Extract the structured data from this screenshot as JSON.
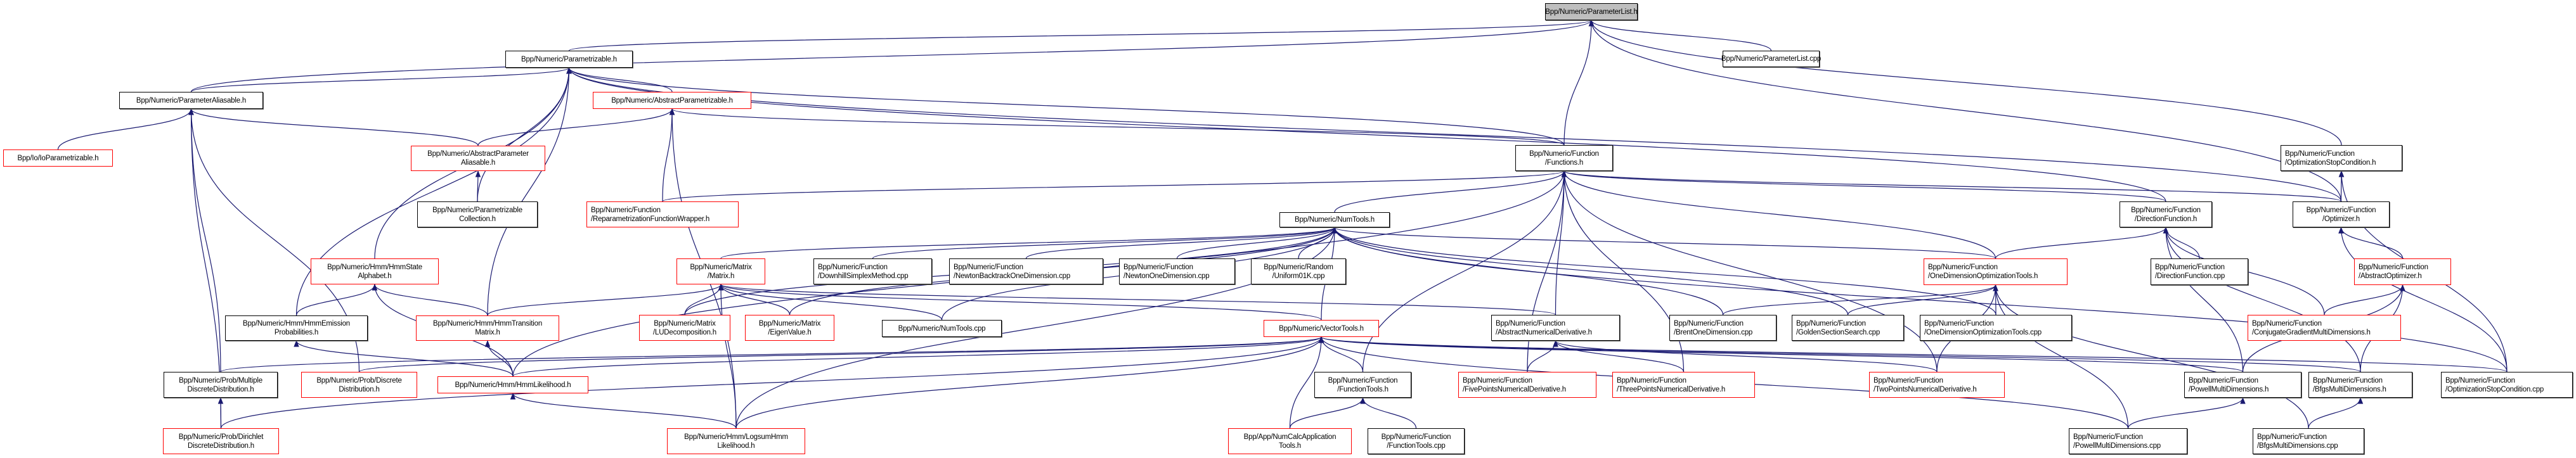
{
  "colors": {
    "edge": "#191970",
    "border": "#000000",
    "truncated_border": "#ff0000",
    "root_fill": "#bfbfbf"
  },
  "nodes": [
    {
      "id": "ParameterList_h",
      "label": "Bpp/Numeric/ParameterList.h",
      "style": "root"
    },
    {
      "id": "ParameterList_cpp",
      "label": "Bpp/Numeric/ParameterList.cpp",
      "style": "normal"
    },
    {
      "id": "Parametrizable_h",
      "label": "Bpp/Numeric/Parametrizable.h",
      "style": "normal"
    },
    {
      "id": "ParameterAliasable_h",
      "label": "Bpp/Numeric/ParameterAliasable.h",
      "style": "normal"
    },
    {
      "id": "AbstractParametrizable_h",
      "label": "Bpp/Numeric/AbstractParametrizable.h",
      "style": "red"
    },
    {
      "id": "IoParametrizable_h",
      "label": "Bpp/Io/IoParametrizable.h",
      "style": "red"
    },
    {
      "id": "AbstractParameterAliasable_h",
      "label": "Bpp/Numeric/AbstractParameter\nAliasable.h",
      "style": "red"
    },
    {
      "id": "ParametrizableCollection_h",
      "label": "Bpp/Numeric/Parametrizable\nCollection.h",
      "style": "normal"
    },
    {
      "id": "ReparametrizationFunctionWrapper_h",
      "label": "Bpp/Numeric/Function\n/ReparametrizationFunctionWrapper.h",
      "style": "red"
    },
    {
      "id": "Functions_h",
      "label": "Bpp/Numeric/Function\n/Functions.h",
      "style": "normal"
    },
    {
      "id": "OptimizationStopCondition_h",
      "label": "Bpp/Numeric/Function\n/OptimizationStopCondition.h",
      "style": "normal"
    },
    {
      "id": "NumTools_h",
      "label": "Bpp/Numeric/NumTools.h",
      "style": "normal"
    },
    {
      "id": "DirectionFunction_h",
      "label": "Bpp/Numeric/Function\n/DirectionFunction.h",
      "style": "normal"
    },
    {
      "id": "Optimizer_h",
      "label": "Bpp/Numeric/Function\n/Optimizer.h",
      "style": "normal"
    },
    {
      "id": "HmmStateAlphabet_h",
      "label": "Bpp/Numeric/Hmm/HmmState\nAlphabet.h",
      "style": "red"
    },
    {
      "id": "Matrix_h",
      "label": "Bpp/Numeric/Matrix\n/Matrix.h",
      "style": "red"
    },
    {
      "id": "DownhillSimplexMethod_cpp",
      "label": "Bpp/Numeric/Function\n/DownhillSimplexMethod.cpp",
      "style": "normal"
    },
    {
      "id": "NewtonBacktrackOneDimension_cpp",
      "label": "Bpp/Numeric/Function\n/NewtonBacktrackOneDimension.cpp",
      "style": "normal"
    },
    {
      "id": "NewtonOneDimension_cpp",
      "label": "Bpp/Numeric/Function\n/NewtonOneDimension.cpp",
      "style": "normal"
    },
    {
      "id": "Uniform01K_cpp",
      "label": "Bpp/Numeric/Random\n/Uniform01K.cpp",
      "style": "normal"
    },
    {
      "id": "OneDimensionOptimizationTools_h",
      "label": "Bpp/Numeric/Function\n/OneDimensionOptimizationTools.h",
      "style": "red"
    },
    {
      "id": "DirectionFunction_cpp",
      "label": "Bpp/Numeric/Function\n/DirectionFunction.cpp",
      "style": "normal"
    },
    {
      "id": "AbstractOptimizer_h",
      "label": "Bpp/Numeric/Function\n/AbstractOptimizer.h",
      "style": "red"
    },
    {
      "id": "HmmEmissionProbabilities_h",
      "label": "Bpp/Numeric/Hmm/HmmEmission\nProbabilities.h",
      "style": "normal"
    },
    {
      "id": "HmmTransitionMatrix_h",
      "label": "Bpp/Numeric/Hmm/HmmTransition\nMatrix.h",
      "style": "red"
    },
    {
      "id": "LUDecomposition_h",
      "label": "Bpp/Numeric/Matrix\n/LUDecomposition.h",
      "style": "red"
    },
    {
      "id": "EigenValue_h",
      "label": "Bpp/Numeric/Matrix\n/EigenValue.h",
      "style": "red"
    },
    {
      "id": "NumTools_cpp",
      "label": "Bpp/Numeric/NumTools.cpp",
      "style": "normal"
    },
    {
      "id": "VectorTools_h",
      "label": "Bpp/Numeric/VectorTools.h",
      "style": "red"
    },
    {
      "id": "AbstractNumericalDerivative_h",
      "label": "Bpp/Numeric/Function\n/AbstractNumericalDerivative.h",
      "style": "normal"
    },
    {
      "id": "BrentOneDimension_cpp",
      "label": "Bpp/Numeric/Function\n/BrentOneDimension.cpp",
      "style": "normal"
    },
    {
      "id": "GoldenSectionSearch_cpp",
      "label": "Bpp/Numeric/Function\n/GoldenSectionSearch.cpp",
      "style": "normal"
    },
    {
      "id": "OneDimensionOptimizationTools_cpp",
      "label": "Bpp/Numeric/Function\n/OneDimensionOptimizationTools.cpp",
      "style": "normal"
    },
    {
      "id": "ConjugateGradientMultiDimensions_h",
      "label": "Bpp/Numeric/Function\n/ConjugateGradientMultiDimensions.h",
      "style": "red"
    },
    {
      "id": "MultipleDiscreteDistribution_h",
      "label": "Bpp/Numeric/Prob/Multiple\nDiscreteDistribution.h",
      "style": "normal"
    },
    {
      "id": "DiscreteDistribution_h",
      "label": "Bpp/Numeric/Prob/Discrete\nDistribution.h",
      "style": "red"
    },
    {
      "id": "HmmLikelihood_h",
      "label": "Bpp/Numeric/Hmm/HmmLikelihood.h",
      "style": "red"
    },
    {
      "id": "FunctionTools_h",
      "label": "Bpp/Numeric/Function\n/FunctionTools.h",
      "style": "normal"
    },
    {
      "id": "FivePointsNumericalDerivative_h",
      "label": "Bpp/Numeric/Function\n/FivePointsNumericalDerivative.h",
      "style": "red"
    },
    {
      "id": "ThreePointsNumericalDerivative_h",
      "label": "Bpp/Numeric/Function\n/ThreePointsNumericalDerivative.h",
      "style": "red"
    },
    {
      "id": "TwoPointsNumericalDerivative_h",
      "label": "Bpp/Numeric/Function\n/TwoPointsNumericalDerivative.h",
      "style": "red"
    },
    {
      "id": "PowellMultiDimensions_h",
      "label": "Bpp/Numeric/Function\n/PowellMultiDimensions.h",
      "style": "normal"
    },
    {
      "id": "BfgsMultiDimensions_h",
      "label": "Bpp/Numeric/Function\n/BfgsMultiDimensions.h",
      "style": "normal"
    },
    {
      "id": "OptimizationStopCondition_cpp",
      "label": "Bpp/Numeric/Function\n/OptimizationStopCondition.cpp",
      "style": "normal"
    },
    {
      "id": "DirichletDiscreteDistribution_h",
      "label": "Bpp/Numeric/Prob/Dirichlet\nDiscreteDistribution.h",
      "style": "red"
    },
    {
      "id": "LogsumHmmLikelihood_h",
      "label": "Bpp/Numeric/Hmm/LogsumHmm\nLikelihood.h",
      "style": "red"
    },
    {
      "id": "NumCalcApplicationTools_h",
      "label": "Bpp/App/NumCalcApplication\nTools.h",
      "style": "red"
    },
    {
      "id": "FunctionTools_cpp",
      "label": "Bpp/Numeric/Function\n/FunctionTools.cpp",
      "style": "normal"
    },
    {
      "id": "PowellMultiDimensions_cpp",
      "label": "Bpp/Numeric/Function\n/PowellMultiDimensions.cpp",
      "style": "normal"
    },
    {
      "id": "BfgsMultiDimensions_cpp",
      "label": "Bpp/Numeric/Function\n/BfgsMultiDimensions.cpp",
      "style": "normal"
    }
  ],
  "edges": [
    [
      "Parametrizable_h",
      "ParameterList_h"
    ],
    [
      "ParameterAliasable_h",
      "ParameterList_h"
    ],
    [
      "ParameterList_cpp",
      "ParameterList_h"
    ],
    [
      "Functions_h",
      "ParameterList_h"
    ],
    [
      "OptimizationStopCondition_h",
      "ParameterList_h"
    ],
    [
      "Optimizer_h",
      "ParameterList_h"
    ],
    [
      "ParameterAliasable_h",
      "Parametrizable_h"
    ],
    [
      "AbstractParametrizable_h",
      "Parametrizable_h"
    ],
    [
      "Functions_h",
      "Parametrizable_h"
    ],
    [
      "ParametrizableCollection_h",
      "Parametrizable_h"
    ],
    [
      "HmmStateAlphabet_h",
      "Parametrizable_h"
    ],
    [
      "HmmEmissionProbabilities_h",
      "Parametrizable_h"
    ],
    [
      "HmmTransitionMatrix_h",
      "Parametrizable_h"
    ],
    [
      "DirectionFunction_h",
      "Parametrizable_h"
    ],
    [
      "Optimizer_h",
      "Parametrizable_h"
    ],
    [
      "IoParametrizable_h",
      "ParameterAliasable_h"
    ],
    [
      "AbstractParameterAliasable_h",
      "ParameterAliasable_h"
    ],
    [
      "MultipleDiscreteDistribution_h",
      "ParameterAliasable_h"
    ],
    [
      "DiscreteDistribution_h",
      "ParameterAliasable_h"
    ],
    [
      "DirichletDiscreteDistribution_h",
      "ParameterAliasable_h"
    ],
    [
      "AbstractParameterAliasable_h",
      "AbstractParametrizable_h"
    ],
    [
      "ReparametrizationFunctionWrapper_h",
      "AbstractParametrizable_h"
    ],
    [
      "LogsumHmmLikelihood_h",
      "AbstractParametrizable_h"
    ],
    [
      "Functions_h",
      "AbstractParametrizable_h"
    ],
    [
      "ParametrizableCollection_h",
      "AbstractParameterAliasable_h"
    ],
    [
      "ReparametrizationFunctionWrapper_h",
      "Functions_h"
    ],
    [
      "NumTools_h",
      "Functions_h"
    ],
    [
      "DirectionFunction_h",
      "Functions_h"
    ],
    [
      "Optimizer_h",
      "Functions_h"
    ],
    [
      "OneDimensionOptimizationTools_h",
      "Functions_h"
    ],
    [
      "AbstractNumericalDerivative_h",
      "Functions_h"
    ],
    [
      "FunctionTools_h",
      "Functions_h"
    ],
    [
      "FivePointsNumericalDerivative_h",
      "Functions_h"
    ],
    [
      "ThreePointsNumericalDerivative_h",
      "Functions_h"
    ],
    [
      "TwoPointsNumericalDerivative_h",
      "Functions_h"
    ],
    [
      "HmmLikelihood_h",
      "Functions_h"
    ],
    [
      "Optimizer_h",
      "OptimizationStopCondition_h"
    ],
    [
      "OptimizationStopCondition_cpp",
      "OptimizationStopCondition_h"
    ],
    [
      "Matrix_h",
      "NumTools_h"
    ],
    [
      "DownhillSimplexMethod_cpp",
      "NumTools_h"
    ],
    [
      "NewtonBacktrackOneDimension_cpp",
      "NumTools_h"
    ],
    [
      "NewtonOneDimension_cpp",
      "NumTools_h"
    ],
    [
      "Uniform01K_cpp",
      "NumTools_h"
    ],
    [
      "OneDimensionOptimizationTools_h",
      "NumTools_h"
    ],
    [
      "LUDecomposition_h",
      "NumTools_h"
    ],
    [
      "EigenValue_h",
      "NumTools_h"
    ],
    [
      "NumTools_cpp",
      "NumTools_h"
    ],
    [
      "VectorTools_h",
      "NumTools_h"
    ],
    [
      "BrentOneDimension_cpp",
      "NumTools_h"
    ],
    [
      "GoldenSectionSearch_cpp",
      "NumTools_h"
    ],
    [
      "OneDimensionOptimizationTools_cpp",
      "NumTools_h"
    ],
    [
      "OptimizationStopCondition_cpp",
      "NumTools_h"
    ],
    [
      "LogsumHmmLikelihood_h",
      "NumTools_h"
    ],
    [
      "OneDimensionOptimizationTools_h",
      "DirectionFunction_h"
    ],
    [
      "DirectionFunction_cpp",
      "DirectionFunction_h"
    ],
    [
      "ConjugateGradientMultiDimensions_h",
      "DirectionFunction_h"
    ],
    [
      "PowellMultiDimensions_h",
      "DirectionFunction_h"
    ],
    [
      "BfgsMultiDimensions_h",
      "DirectionFunction_h"
    ],
    [
      "AbstractOptimizer_h",
      "Optimizer_h"
    ],
    [
      "OptimizationStopCondition_cpp",
      "Optimizer_h"
    ],
    [
      "HmmEmissionProbabilities_h",
      "HmmStateAlphabet_h"
    ],
    [
      "HmmTransitionMatrix_h",
      "HmmStateAlphabet_h"
    ],
    [
      "HmmLikelihood_h",
      "HmmStateAlphabet_h"
    ],
    [
      "HmmTransitionMatrix_h",
      "Matrix_h"
    ],
    [
      "LUDecomposition_h",
      "Matrix_h"
    ],
    [
      "EigenValue_h",
      "Matrix_h"
    ],
    [
      "VectorTools_h",
      "Matrix_h"
    ],
    [
      "NumTools_cpp",
      "Matrix_h"
    ],
    [
      "AbstractNumericalDerivative_h",
      "Matrix_h"
    ],
    [
      "LogsumHmmLikelihood_h",
      "Matrix_h"
    ],
    [
      "BrentOneDimension_cpp",
      "OneDimensionOptimizationTools_h"
    ],
    [
      "GoldenSectionSearch_cpp",
      "OneDimensionOptimizationTools_h"
    ],
    [
      "OneDimensionOptimizationTools_cpp",
      "OneDimensionOptimizationTools_h"
    ],
    [
      "PowellMultiDimensions_cpp",
      "OneDimensionOptimizationTools_h"
    ],
    [
      "BfgsMultiDimensions_cpp",
      "OneDimensionOptimizationTools_h"
    ],
    [
      "TwoPointsNumericalDerivative_h",
      "OneDimensionOptimizationTools_h"
    ],
    [
      "ConjugateGradientMultiDimensions_h",
      "AbstractOptimizer_h"
    ],
    [
      "PowellMultiDimensions_h",
      "AbstractOptimizer_h"
    ],
    [
      "BfgsMultiDimensions_h",
      "AbstractOptimizer_h"
    ],
    [
      "HmmLikelihood_h",
      "HmmEmissionProbabilities_h"
    ],
    [
      "HmmLikelihood_h",
      "HmmTransitionMatrix_h"
    ],
    [
      "FunctionTools_h",
      "VectorTools_h"
    ],
    [
      "NumCalcApplicationTools_h",
      "VectorTools_h"
    ],
    [
      "MultipleDiscreteDistribution_h",
      "VectorTools_h"
    ],
    [
      "DiscreteDistribution_h",
      "VectorTools_h"
    ],
    [
      "HmmLikelihood_h",
      "VectorTools_h"
    ],
    [
      "DirichletDiscreteDistribution_h",
      "VectorTools_h"
    ],
    [
      "PowellMultiDimensions_h",
      "VectorTools_h"
    ],
    [
      "BfgsMultiDimensions_h",
      "VectorTools_h"
    ],
    [
      "OptimizationStopCondition_cpp",
      "VectorTools_h"
    ],
    [
      "PowellMultiDimensions_cpp",
      "VectorTools_h"
    ],
    [
      "LogsumHmmLikelihood_h",
      "VectorTools_h"
    ],
    [
      "FivePointsNumericalDerivative_h",
      "AbstractNumericalDerivative_h"
    ],
    [
      "ThreePointsNumericalDerivative_h",
      "AbstractNumericalDerivative_h"
    ],
    [
      "TwoPointsNumericalDerivative_h",
      "AbstractNumericalDerivative_h"
    ],
    [
      "DirichletDiscreteDistribution_h",
      "MultipleDiscreteDistribution_h"
    ],
    [
      "LogsumHmmLikelihood_h",
      "HmmLikelihood_h"
    ],
    [
      "NumCalcApplicationTools_h",
      "FunctionTools_h"
    ],
    [
      "FunctionTools_cpp",
      "FunctionTools_h"
    ],
    [
      "PowellMultiDimensions_cpp",
      "PowellMultiDimensions_h"
    ],
    [
      "BfgsMultiDimensions_cpp",
      "BfgsMultiDimensions_h"
    ]
  ]
}
